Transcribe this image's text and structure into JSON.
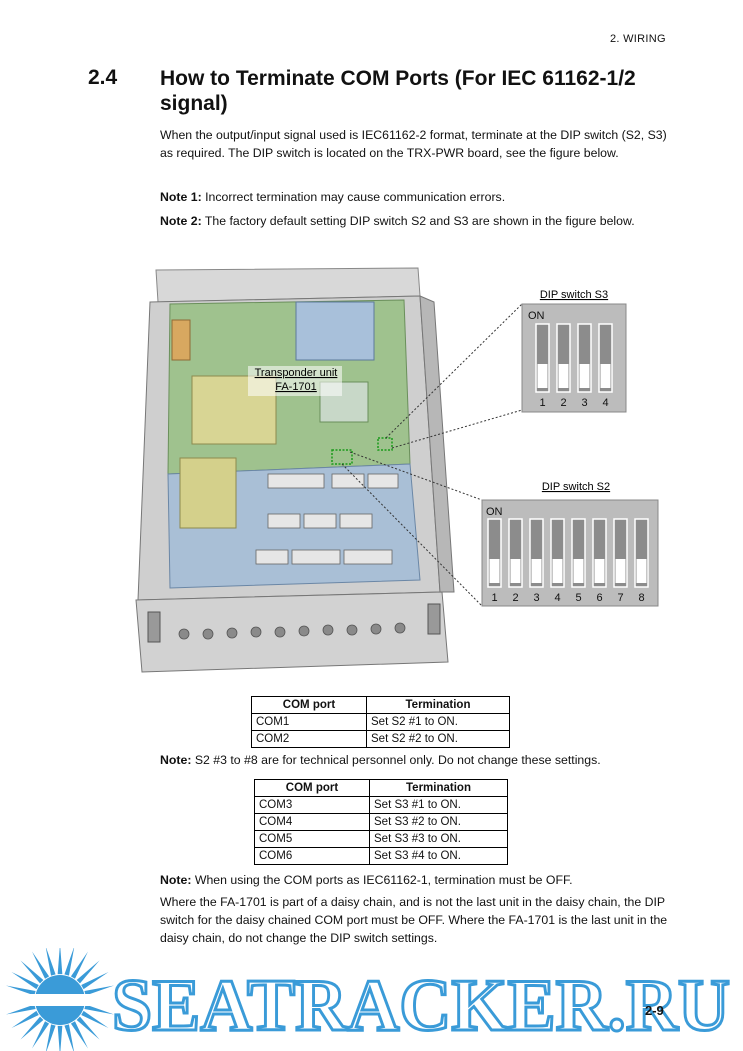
{
  "header": {
    "chapter": "2. WIRING"
  },
  "section": {
    "number": "2.4",
    "title": "How to Terminate COM Ports (For IEC 61162-1/2 signal)"
  },
  "intro": "When the output/input signal used is IEC61162-2 format, terminate at the DIP switch (S2, S3) as required. The DIP switch is located on the TRX-PWR board, see the figure below.",
  "note1": {
    "label": "Note 1:",
    "text": " Incorrect termination may cause communication errors."
  },
  "note2": {
    "label": "Note 2:",
    "text": " The factory default setting DIP switch S2 and S3 are shown in the figure below."
  },
  "figure": {
    "unit_label_line1": "Transponder unit",
    "unit_label_line2": "FA-1701",
    "s3": {
      "title": "DIP switch S3",
      "on_label": "ON",
      "numbers": [
        "1",
        "2",
        "3",
        "4"
      ]
    },
    "s2": {
      "title": "DIP switch S2",
      "on_label": "ON",
      "numbers": [
        "1",
        "2",
        "3",
        "4",
        "5",
        "6",
        "7",
        "8"
      ]
    }
  },
  "table1": {
    "headers": [
      "COM port",
      "Termination"
    ],
    "rows": [
      [
        "COM1",
        "Set S2 #1 to ON."
      ],
      [
        "COM2",
        "Set S2 #2 to ON."
      ]
    ]
  },
  "note3": {
    "label": "Note:",
    "text": " S2 #3 to #8 are for technical personnel only. Do not change these settings."
  },
  "table2": {
    "headers": [
      "COM port",
      "Termination"
    ],
    "rows": [
      [
        "COM3",
        "Set S3 #1 to ON."
      ],
      [
        "COM4",
        "Set S3 #2 to ON."
      ],
      [
        "COM5",
        "Set S3 #3 to ON."
      ],
      [
        "COM6",
        "Set S3 #4 to ON."
      ]
    ]
  },
  "note4": {
    "label": "Note:",
    "text": " When using the COM ports as IEC61162-1, termination must be OFF."
  },
  "closing": "Where the FA-1701 is part of a daisy chain, and is not the last unit in the daisy chain, the DIP switch for the daisy chained COM port must be OFF. Where the FA-1701 is the last unit in the daisy chain, do not change the DIP switch settings.",
  "watermark": {
    "text": "SEATRACKER.RU",
    "color": "#3a9bd8"
  },
  "page_number": "2-9"
}
